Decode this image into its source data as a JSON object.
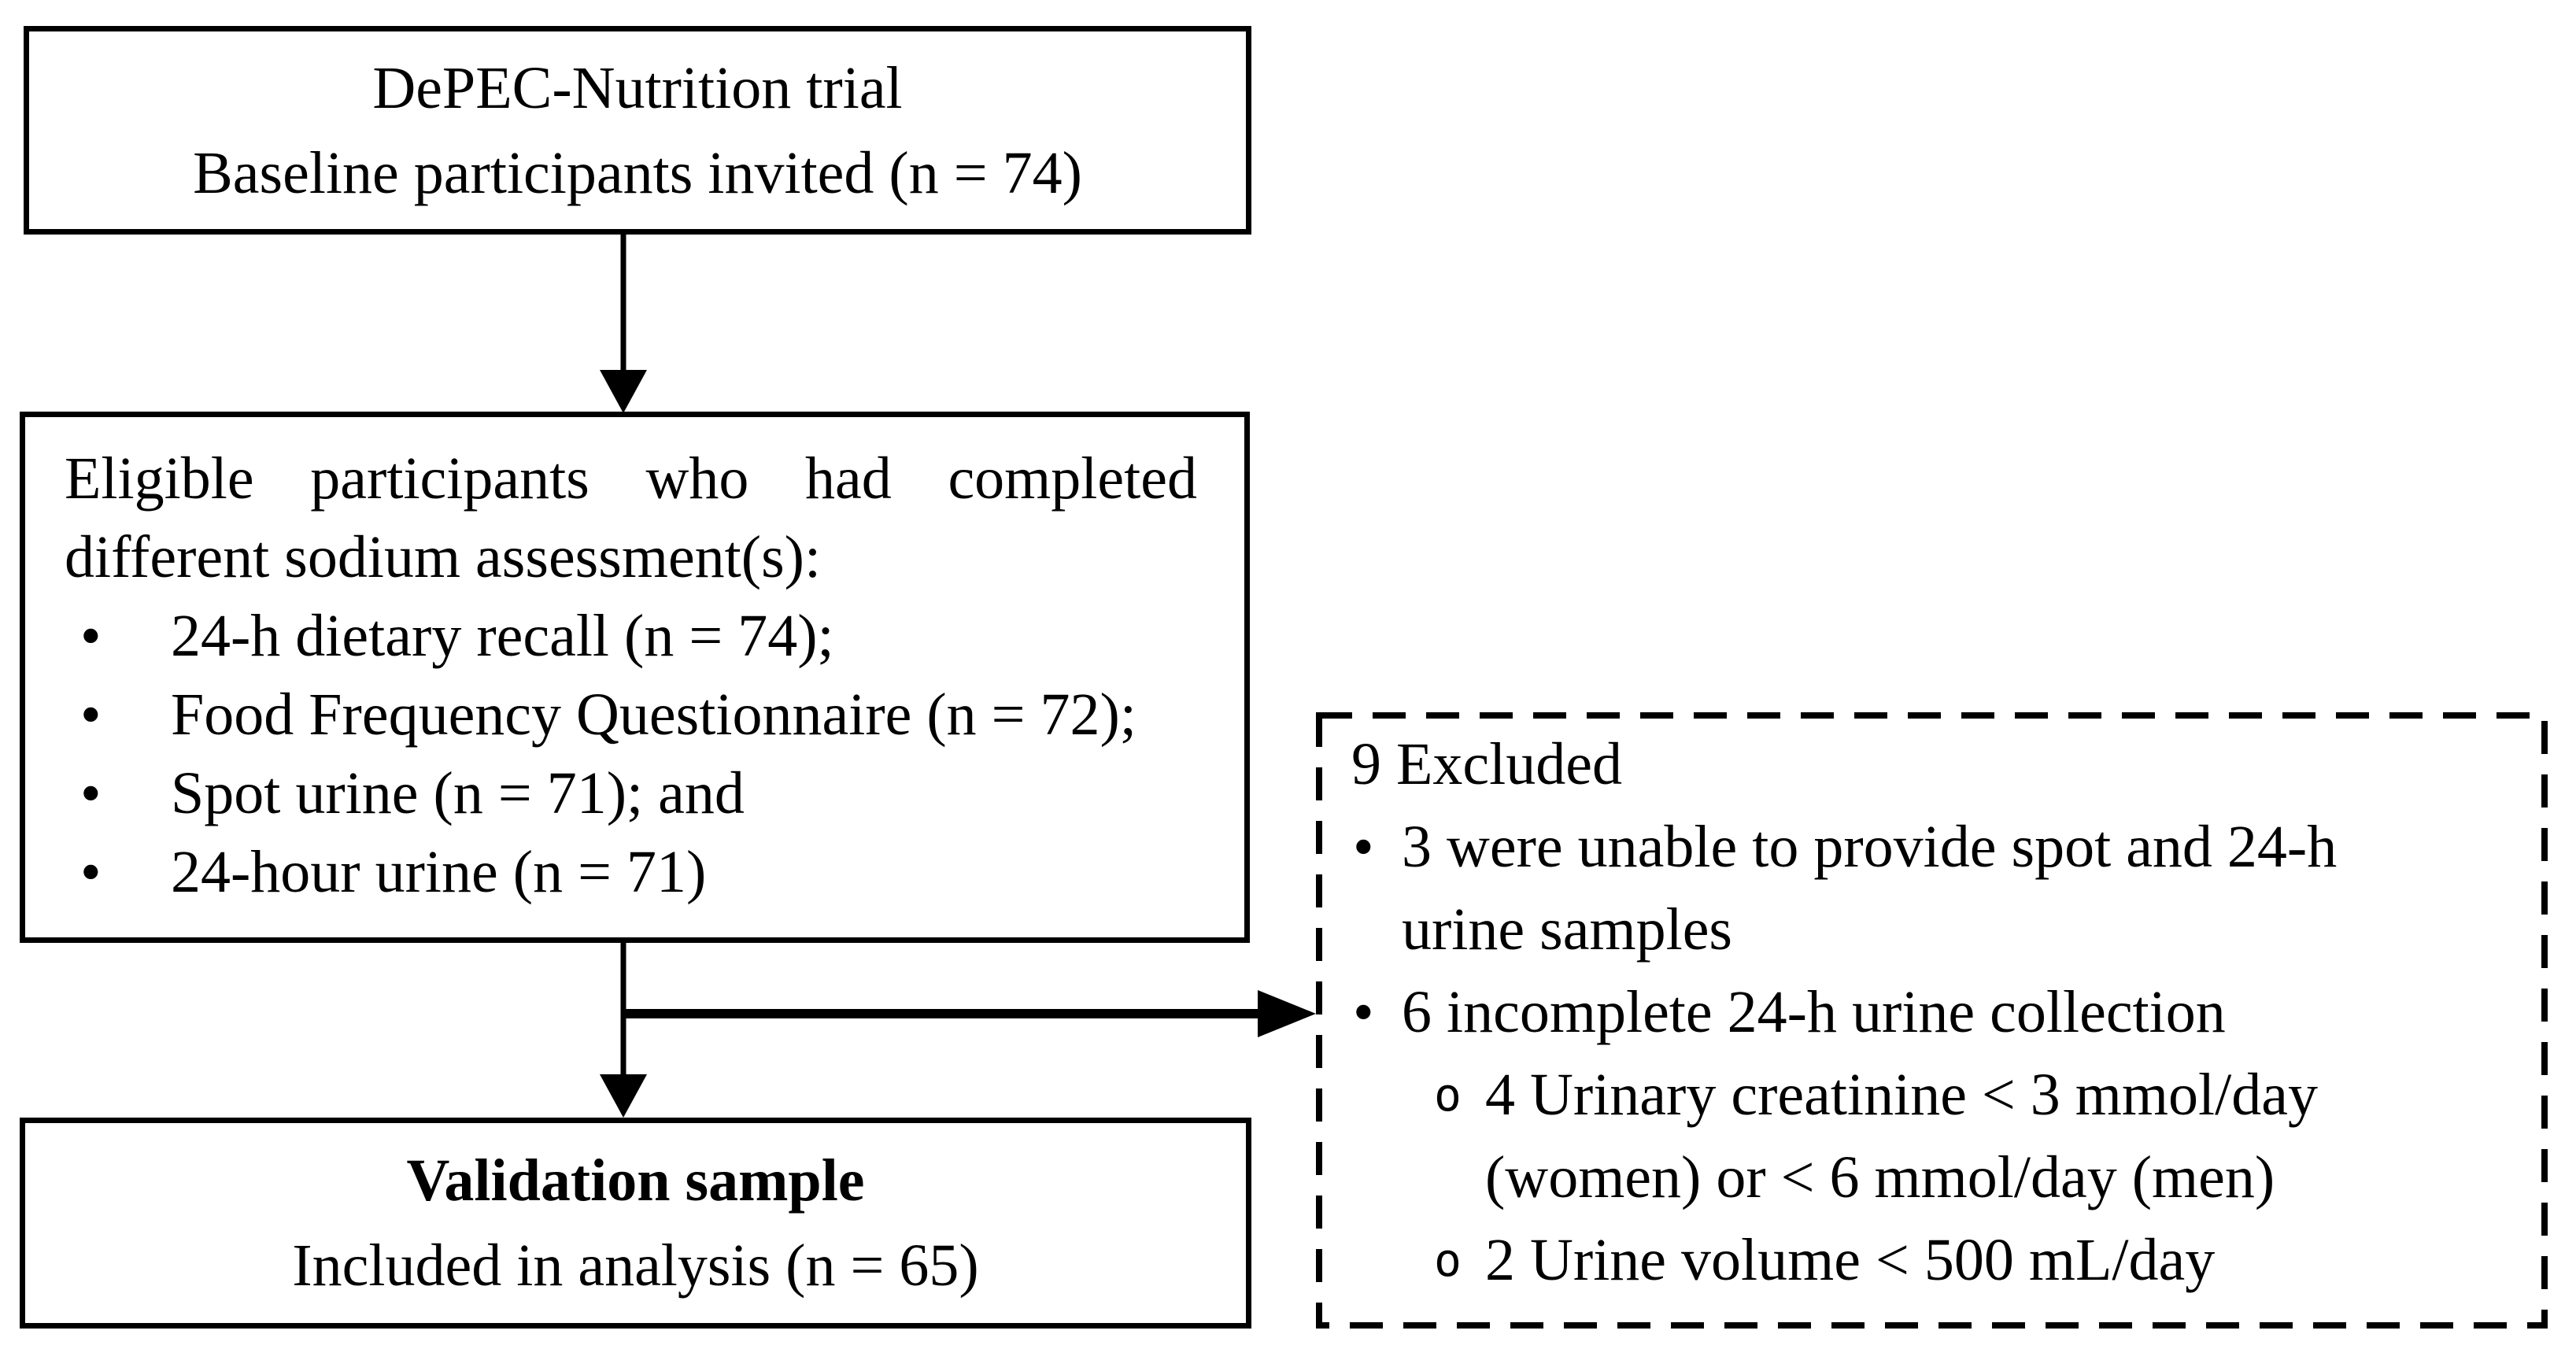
{
  "colors": {
    "ink": "#000000",
    "paper": "#ffffff"
  },
  "boxes": {
    "baseline": {
      "line1": "DePEC-Nutrition trial",
      "line2": "Baseline participants invited (n = 74)"
    },
    "eligible": {
      "intro_line1": "Eligible participants who had completed",
      "intro_line2": "different sodium assessment(s):",
      "bullet_marker": "•",
      "bullets": [
        "24-h dietary recall (n = 74);",
        "Food Frequency Questionnaire (n = 72);",
        "Spot urine (n = 71); and",
        "24-hour urine (n = 71)"
      ]
    },
    "excluded": {
      "title": "9 Excluded",
      "bullet_marker": "•",
      "sub_bullet_marker": "o",
      "bullet1_line1": "3 were unable to provide spot and 24-h",
      "bullet1_line2": "urine samples",
      "bullet2": "6 incomplete 24-h urine collection",
      "sub_bullet1_line1": "4 Urinary creatinine < 3 mmol/day",
      "sub_bullet1_line2": "(women) or < 6 mmol/day (men)",
      "sub_bullet2": "2 Urine volume < 500 mL/day"
    },
    "validation": {
      "line1": "Validation sample",
      "line2": "Included in analysis (n = 65)"
    }
  }
}
